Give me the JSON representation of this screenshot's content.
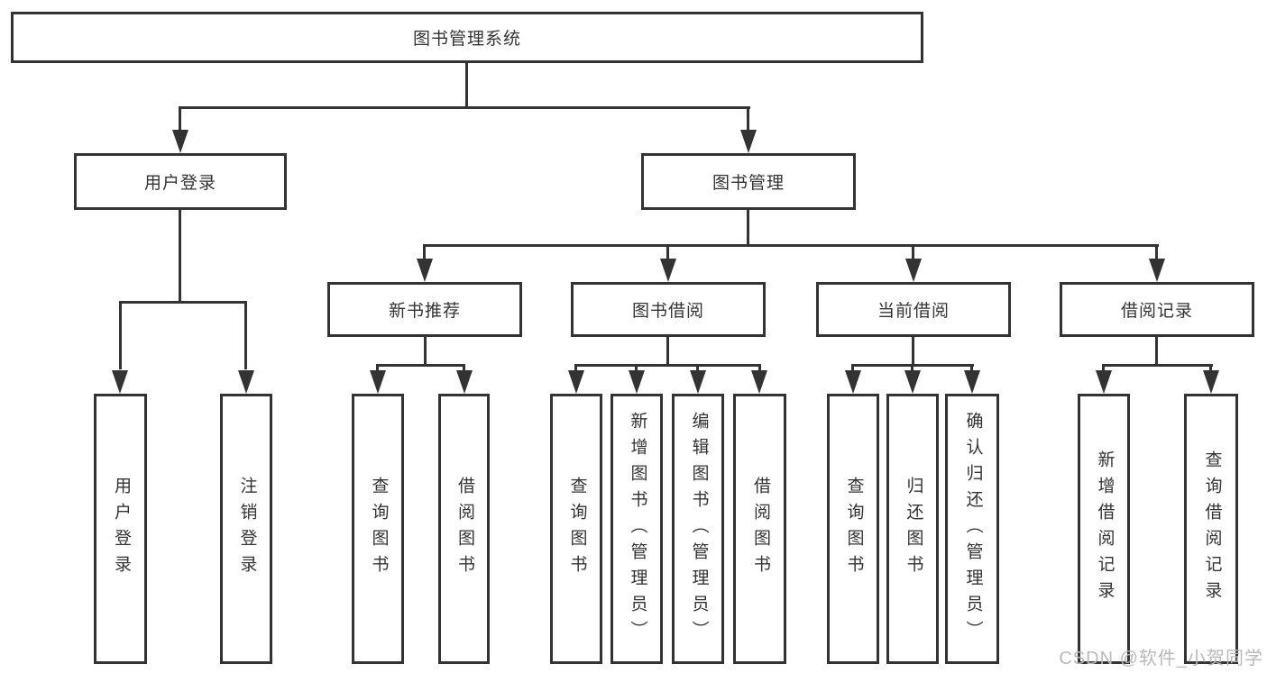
{
  "colors": {
    "line": "#333333",
    "text": "#333333",
    "watermark": "#b9b9b9",
    "background": "#ffffff"
  },
  "watermark": "CSDN @软件_小贺同学",
  "tree": {
    "root": {
      "label": "图书管理系统"
    },
    "branches": [
      {
        "label": "用户登录",
        "children": [
          {
            "label": "用户登录"
          },
          {
            "label": "注销登录"
          }
        ]
      },
      {
        "label": "图书管理",
        "children": [
          {
            "label": "新书推荐",
            "children": [
              {
                "label": "查询图书"
              },
              {
                "label": "借阅图书"
              }
            ]
          },
          {
            "label": "图书借阅",
            "children": [
              {
                "label": "查询图书"
              },
              {
                "label": "新增图书（管理员）"
              },
              {
                "label": "编辑图书（管理员）"
              },
              {
                "label": "借阅图书"
              }
            ]
          },
          {
            "label": "当前借阅",
            "children": [
              {
                "label": "查询图书"
              },
              {
                "label": "归还图书"
              },
              {
                "label": "确认归还（管理员）"
              }
            ]
          },
          {
            "label": "借阅记录",
            "children": [
              {
                "label": "新增借阅记录"
              },
              {
                "label": "查询借阅记录"
              }
            ]
          }
        ]
      }
    ]
  }
}
